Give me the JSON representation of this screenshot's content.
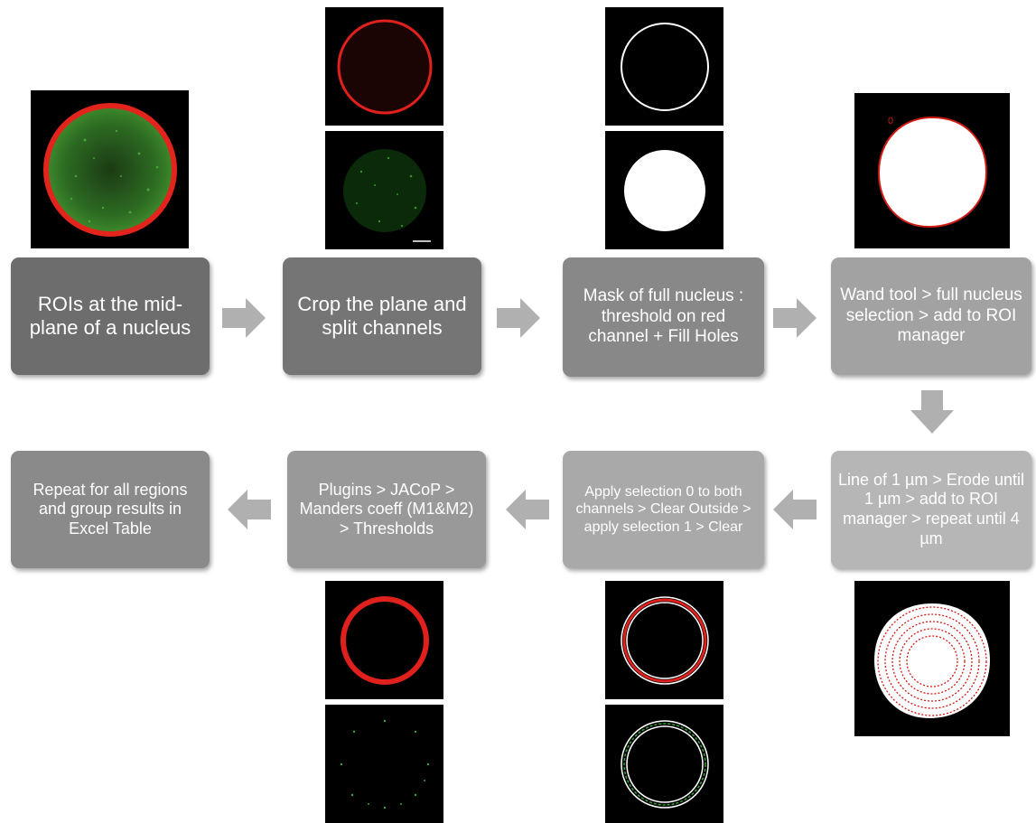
{
  "steps": [
    {
      "id": "step-1",
      "text": "ROIs at the mid-plane of a nucleus",
      "color": "#6d6d6d"
    },
    {
      "id": "step-2",
      "text": "Crop the plane and split channels",
      "color": "#757575"
    },
    {
      "id": "step-3",
      "text": "Mask of full nucleus : threshold on red channel + Fill Holes",
      "color": "#888888"
    },
    {
      "id": "step-4",
      "text": "Wand tool > full nucleus selection > add to ROI manager",
      "color": "#a2a2a2"
    },
    {
      "id": "step-5",
      "text": "Line of 1 µm > Erode until 1 µm > add to ROI manager > repeat until 4 µm",
      "color": "#b6b6b6"
    },
    {
      "id": "step-6",
      "text": "Apply selection 0 to both channels  > Clear Outside > apply selection 1 > Clear",
      "color": "#a9a9a9"
    },
    {
      "id": "step-7",
      "text": "Plugins > JACoP > Manders coeff (M1&M2) > Thresholds",
      "color": "#999999"
    },
    {
      "id": "step-8",
      "text": "Repeat for all regions and group results in Excel Table",
      "color": "#8a8a8a"
    }
  ],
  "image_labels": {
    "roi_number": "0"
  },
  "colors": {
    "arrow": "#b0b0b0",
    "red_channel": "#e0201c",
    "green_channel": "#2ea82e",
    "mask": "#ffffff"
  }
}
